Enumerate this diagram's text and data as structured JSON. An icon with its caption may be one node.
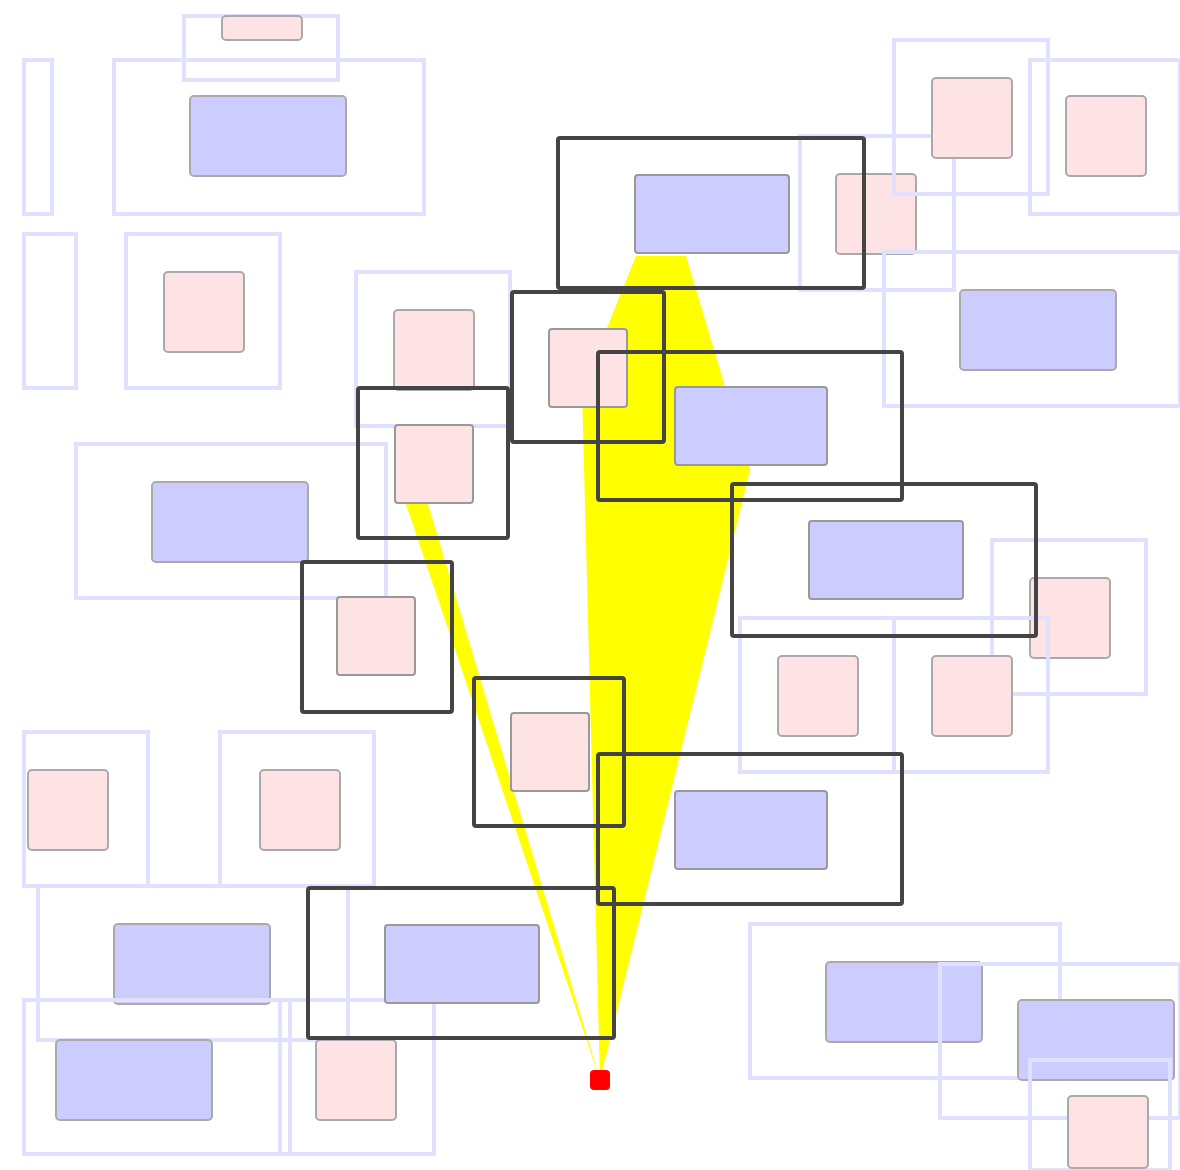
{
  "diagram": {
    "nodes": [
      {
        "text": [],
        "shape": "box"
      },
      {
        "text": [],
        "shape": "box",
        "in": 0
      },
      {
        "text": [],
        "shape": "box"
      },
      {
        "text": [],
        "shape": "box",
        "in": 2
      },
      {
        "text": [],
        "shape": "box"
      },
      {
        "text": [],
        "shape": "box",
        "in": 4
      },
      {
        "text": [],
        "shape": "box"
      },
      {
        "text": [],
        "shape": "box",
        "in": 6
      },
      {
        "text": [],
        "shape": "box"
      },
      {
        "text": [],
        "shape": "box",
        "in": 8
      },
      {
        "text": [],
        "shape": "box"
      },
      {
        "text": [],
        "shape": "box",
        "in": 10
      },
      {
        "text": [],
        "shape": "box"
      },
      {
        "text": [],
        "shape": "box",
        "in": 12
      },
      {
        "text": [],
        "shape": "box"
      },
      {
        "text": [],
        "shape": "box",
        "in": 14
      },
      {
        "text": [],
        "shape": "box"
      },
      {
        "text": [],
        "shape": "box",
        "in": 16
      },
      {
        "text": [],
        "shape": "box"
      }
    ]
  }
}
